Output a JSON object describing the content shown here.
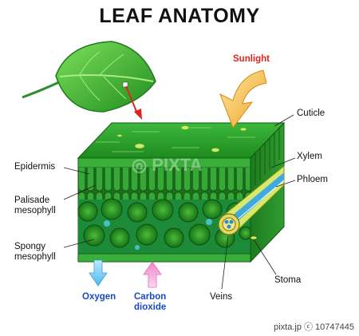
{
  "title": "LEAF ANATOMY",
  "labels": {
    "sunlight": "Sunlight",
    "cuticle": "Cuticle",
    "epidermis": "Epidermis",
    "xylem": "Xylem",
    "phloem": "Phloem",
    "palisade": "Palisade\nmesophyll",
    "spongy": "Spongy\nmesophyll",
    "stoma": "Stoma",
    "oxygen": "Oxygen",
    "carbon_dioxide": "Carbon\ndioxide",
    "veins": "Veins"
  },
  "footer": "pixta.jp ⓒ 10747445",
  "watermark": "PIXTA",
  "colors": {
    "leaf_dark": "#1c7d1c",
    "leaf_mid": "#2ea72e",
    "leaf_light": "#6ed24a",
    "sunlight_arrow": "#f4b43a",
    "oxygen_arrow": "#7fd3f5",
    "co2_arrow": "#f4a6d6",
    "label_blue": "#1a49c8",
    "label_red": "#e0231c"
  }
}
